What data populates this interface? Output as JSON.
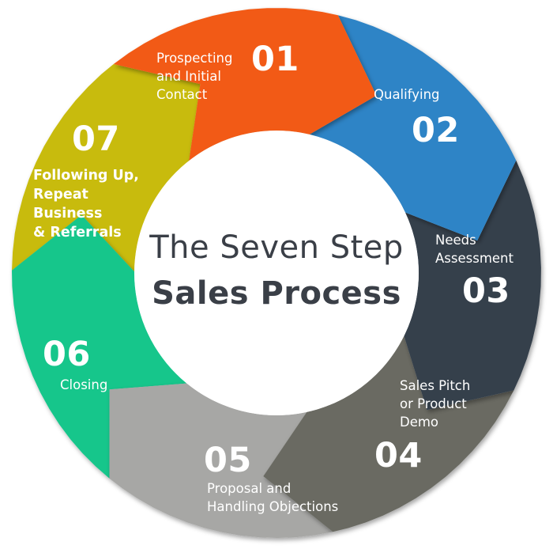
{
  "title": {
    "line1": "The Seven Step",
    "line2": "Sales Process"
  },
  "steps": [
    {
      "number": "01",
      "label_lines": [
        "Prospecting",
        "and Initial",
        "Contact"
      ],
      "color": "#f25a12"
    },
    {
      "number": "02",
      "label_lines": [
        "Qualifying"
      ],
      "color": "#2e84c6"
    },
    {
      "number": "03",
      "label_lines": [
        "Needs",
        "Assessment"
      ],
      "color": "#34404c"
    },
    {
      "number": "04",
      "label_lines": [
        "Sales Pitch",
        "or Product",
        "Demo"
      ],
      "color": "#6a6b62"
    },
    {
      "number": "05",
      "label_lines": [
        "Proposal and",
        "Handling Objections"
      ],
      "color": "#a7a7a5"
    },
    {
      "number": "06",
      "label_lines": [
        "Closing"
      ],
      "color": "#14c68b"
    },
    {
      "number": "07",
      "label_lines": [
        "Following Up,",
        "Repeat",
        "Business",
        "& Referrals"
      ],
      "color": "#c8bb0e"
    }
  ]
}
